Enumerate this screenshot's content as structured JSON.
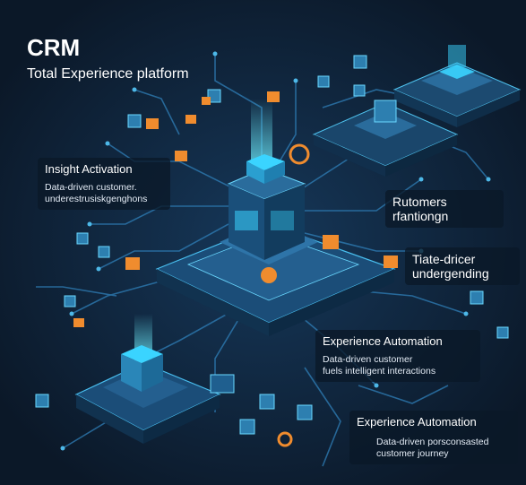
{
  "header": {
    "title": "CRM",
    "subtitle": "Total Experience platform"
  },
  "callouts": {
    "insight": {
      "heading": "Insight Activation",
      "line1": "Data-driven customer.",
      "line2": "underestrusiskgenghons"
    },
    "rutomers": {
      "heading": "Rutomers",
      "line1": "rfantiongn"
    },
    "tiate": {
      "heading": "Tiate-dricer",
      "line1": "undergending"
    },
    "automation_mid": {
      "heading": "Experience Automation",
      "line1": "Data-driven customer",
      "line2": "fuels intelligent interactions"
    },
    "automation_low": {
      "heading": "Experience Automation",
      "line1": "Data-driven porsconsasted",
      "line2": "customer journey"
    }
  },
  "colors": {
    "background": "#0c1a2b",
    "circuit": "#2f7fb8",
    "platform": "#1f5f8f",
    "glow": "#3ad4ff",
    "accent": "#f08c2e"
  }
}
